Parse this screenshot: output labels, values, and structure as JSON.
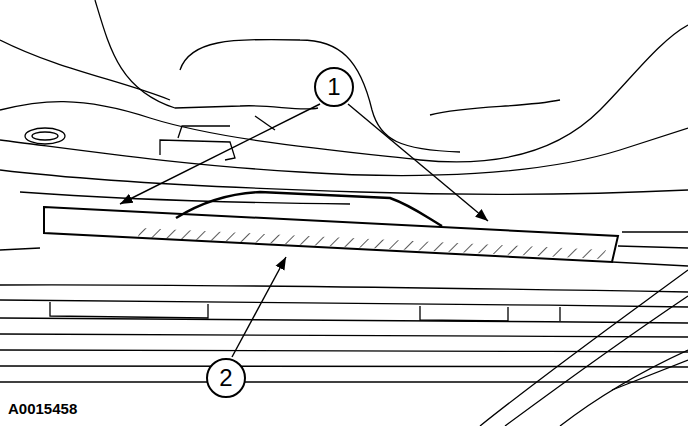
{
  "diagram": {
    "nodes": [
      {
        "text": [
          "1"
        ]
      },
      {
        "text": [
          "2"
        ]
      }
    ],
    "labels": [
      "A0015458"
    ]
  }
}
